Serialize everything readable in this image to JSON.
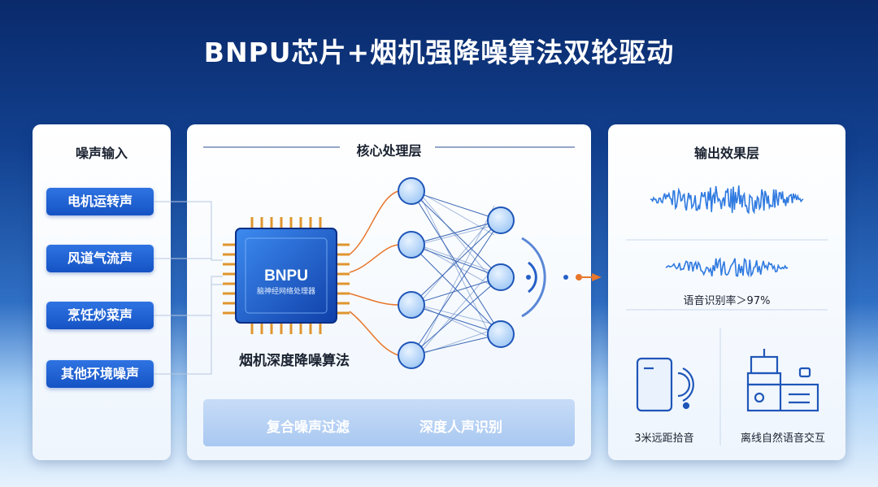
{
  "title": "BNPU芯片+烟机强降噪算法双轮驱动",
  "input_panel": {
    "title": "噪声输入",
    "items": [
      "电机运转声",
      "风道气流声",
      "烹饪炒菜声",
      "其他环境噪声"
    ]
  },
  "core_panel": {
    "title": "核心处理层",
    "chip": {
      "name": "BNPU",
      "subtitle": "脑神经网络处理器"
    },
    "algorithm_label": "烟机深度降噪算法",
    "features": [
      "复合噪声过滤",
      "深度人声识别"
    ]
  },
  "output_panel": {
    "title": "输出效果层",
    "recognition_rate": "语音识别率＞97%",
    "features": [
      "3米远距拾音",
      "离线自然语音交互"
    ]
  },
  "colors": {
    "accent": "#1553c4",
    "connector": "#e8762b",
    "node": "#3f86e6"
  }
}
